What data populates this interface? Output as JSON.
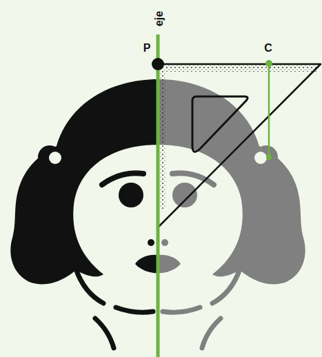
{
  "diagram": {
    "labels": [
      "eje",
      "P",
      "C"
    ]
  }
}
